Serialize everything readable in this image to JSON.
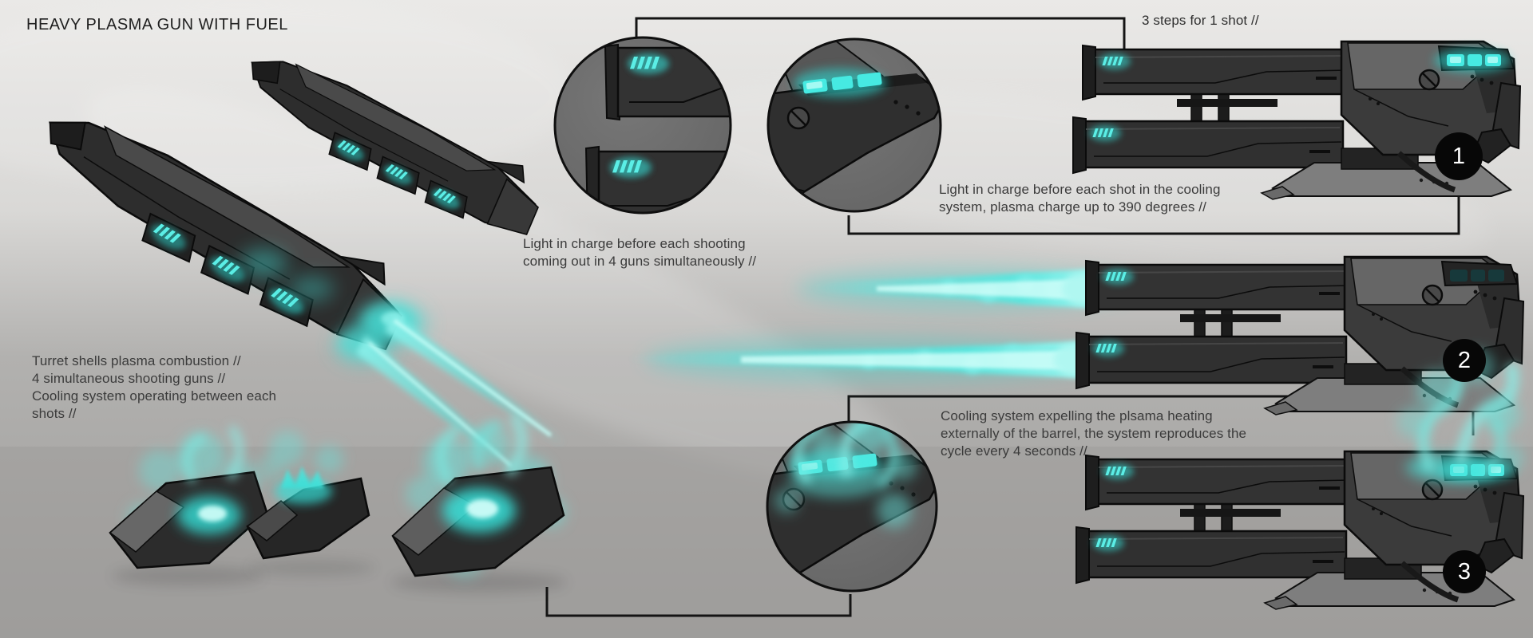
{
  "title": "HEAVY PLASMA GUN WITH FUEL",
  "labels": {
    "steps": "3 steps for 1 shot //",
    "multi_charge": "Light in charge before each shooting\ncoming out in 4 guns simultaneously //",
    "shot_charge": "Light in charge before each shot in the cooling\nsystem, plasma charge up to 390 degrees //",
    "turret_specs": "Turret shells plasma combustion //\n4 simultaneous shooting guns //\nCooling system operating between each\nshots //",
    "cooling_cycle": "Cooling system expelling the plsama heating\nexternally of the barrel, the system reproduces the\ncycle every 4 seconds //"
  },
  "steps": [
    {
      "number": "1"
    },
    {
      "number": "2"
    },
    {
      "number": "3"
    }
  ],
  "colors": {
    "plasma": "#4ae6de",
    "plasma_bright": "#c9fff9",
    "ink": "#141414",
    "badge": "#070707",
    "background_top": "#eae9e7",
    "background_bottom": "#9c9b99"
  }
}
